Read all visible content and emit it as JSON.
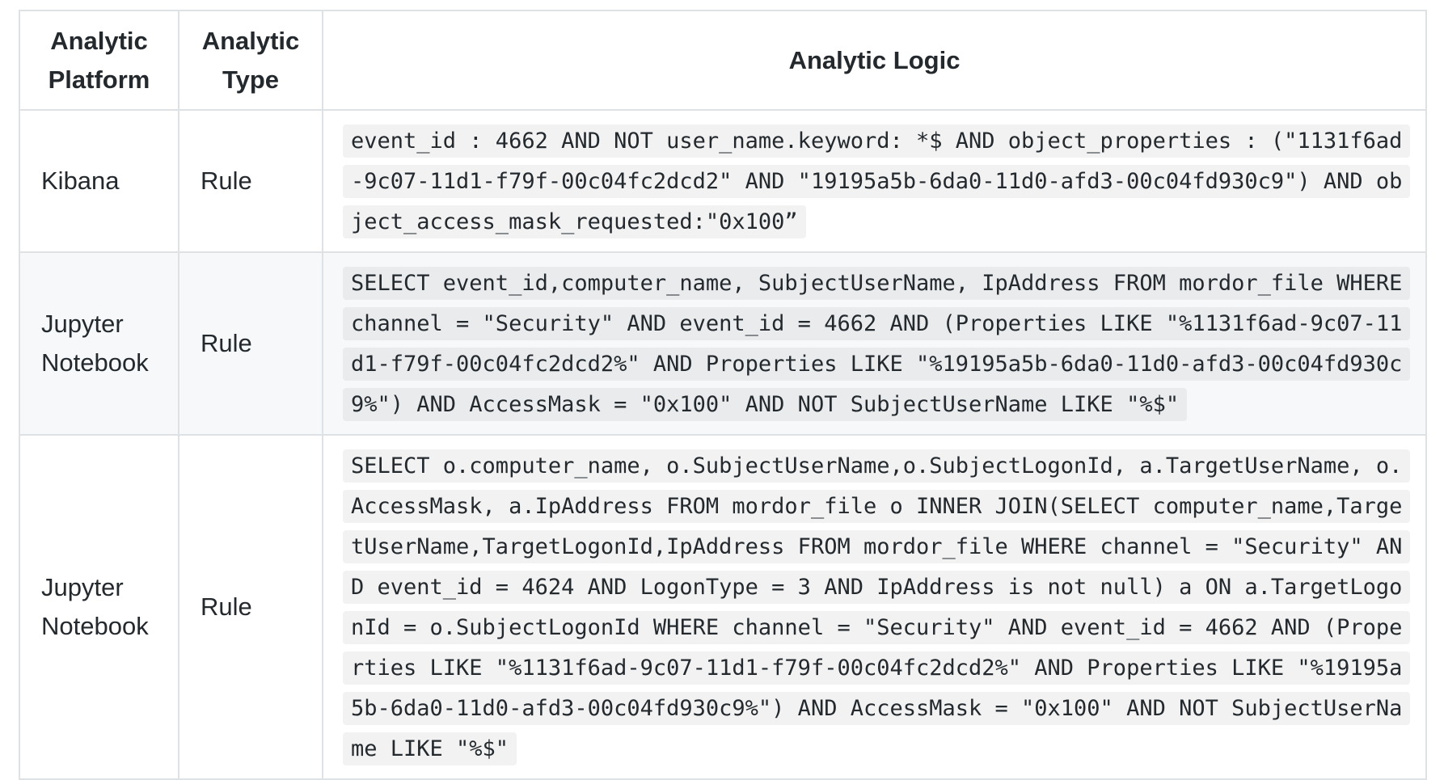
{
  "table": {
    "headers": {
      "platform": "Analytic Platform",
      "type": "Analytic Type",
      "logic": "Analytic Logic"
    },
    "rows": [
      {
        "platform": "Kibana",
        "type": "Rule",
        "logic": "event_id : 4662 AND NOT user_name.keyword: *$ AND object_properties : (\"1131f6ad-9c07-11d1-f79f-00c04fc2dcd2\" AND \"19195a5b-6da0-11d0-afd3-00c04fd930c9\") AND object_access_mask_requested:\"0x100”"
      },
      {
        "platform": "Jupyter Notebook",
        "type": "Rule",
        "logic": "SELECT event_id,computer_name, SubjectUserName, IpAddress FROM mordor_file WHERE channel = \"Security\" AND event_id = 4662 AND (Properties LIKE \"%1131f6ad-9c07-11d1-f79f-00c04fc2dcd2%\" AND Properties LIKE \"%19195a5b-6da0-11d0-afd3-00c04fd930c9%\") AND AccessMask = \"0x100\" AND NOT SubjectUserName LIKE \"%$\""
      },
      {
        "platform": "Jupyter Notebook",
        "type": "Rule",
        "logic": "SELECT o.computer_name, o.SubjectUserName,o.SubjectLogonId, a.TargetUserName, o.AccessMask, a.IpAddress FROM mordor_file o INNER JOIN(SELECT computer_name,TargetUserName,TargetLogonId,IpAddress FROM mordor_file WHERE channel = \"Security\" AND event_id = 4624 AND LogonType = 3 AND IpAddress is not null) a ON a.TargetLogonId = o.SubjectLogonId WHERE channel = \"Security\" AND event_id = 4662 AND (Properties LIKE \"%1131f6ad-9c07-11d1-f79f-00c04fc2dcd2%\" AND Properties LIKE \"%19195a5b-6da0-11d0-afd3-00c04fd930c9%\") AND AccessMask = \"0x100\" AND NOT SubjectUserName LIKE \"%$\""
      }
    ]
  },
  "colors": {
    "border": "#dfe2e5",
    "stripe": "#f6f8fa",
    "code_bg": "#eff1f3",
    "text": "#24292e"
  }
}
